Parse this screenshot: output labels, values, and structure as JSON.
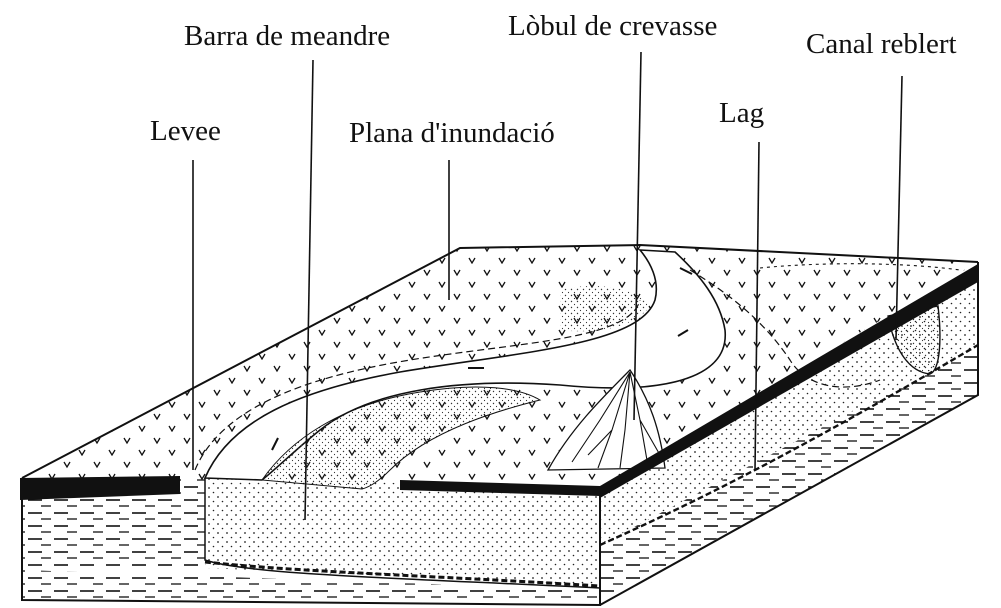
{
  "labels": {
    "barra": "Barra de meandre",
    "lobul": "Lòbul de crevasse",
    "canal": "Canal reblert",
    "levee": "Levee",
    "plana": "Plana d'inundació",
    "lag": "Lag"
  },
  "colors": {
    "ink": "#111111",
    "paper": "#ffffff"
  }
}
